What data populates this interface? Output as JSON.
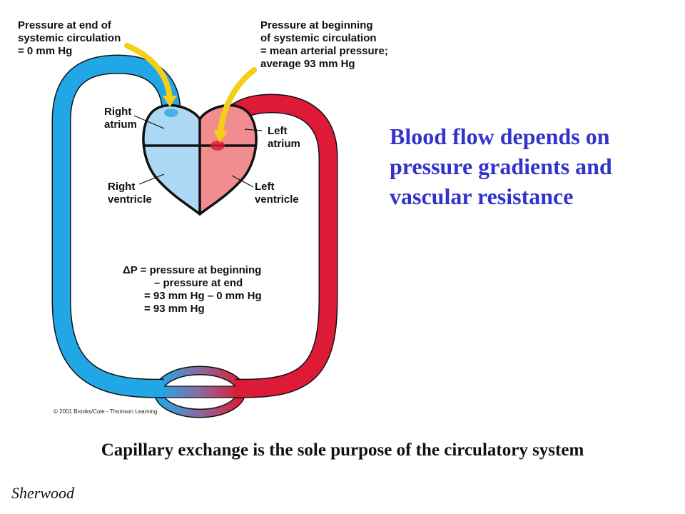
{
  "annotations": {
    "end_pressure": [
      "Pressure at end of",
      "systemic circulation",
      "= 0 mm Hg"
    ],
    "begin_pressure": [
      "Pressure at beginning",
      "of systemic circulation",
      "= mean arterial pressure;",
      "average 93 mm Hg"
    ],
    "delta_p": [
      "ΔP  = pressure at beginning",
      "– pressure at end",
      "= 93 mm Hg – 0 mm Hg",
      "= 93 mm Hg"
    ]
  },
  "chambers": {
    "right_atrium": [
      "Right",
      "atrium"
    ],
    "left_atrium": [
      "Left",
      "atrium"
    ],
    "right_ventricle": [
      "Right",
      "ventricle"
    ],
    "left_ventricle": [
      "Left",
      "ventricle"
    ]
  },
  "headline": {
    "lines": [
      "Blood flow depends on",
      "pressure gradients and",
      "vascular resistance"
    ],
    "color": "#3333cc"
  },
  "caption": "Capillary exchange is the sole purpose of the circulatory system",
  "author": "Sherwood",
  "copyright": "© 2001 Brooks/Cole - Thomson Learning",
  "colors": {
    "venous": "#22a7e6",
    "arterial": "#dd1b36",
    "right_heart": "#acd8f4",
    "left_heart": "#f18d8f",
    "arrow": "#f5cf16"
  }
}
